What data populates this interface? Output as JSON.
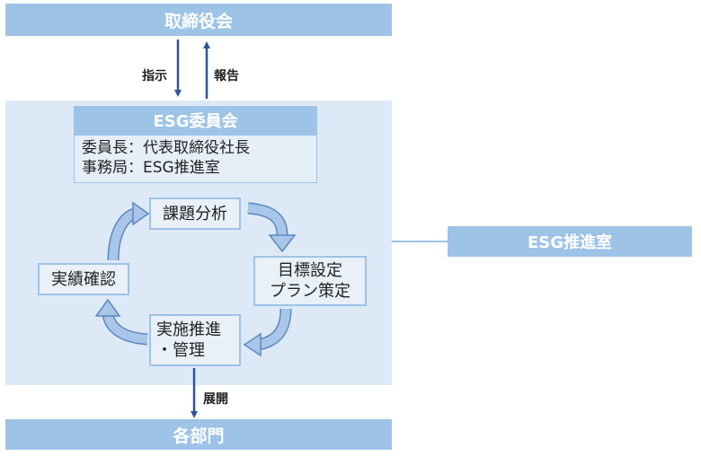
{
  "board": {
    "label": "取締役会"
  },
  "flows": {
    "instruct": "指示",
    "report": "報告",
    "deploy": "展開"
  },
  "committee": {
    "title": "ESG委員会",
    "chair": "委員長：代表取締役社長",
    "office": "事務局：ESG推進室"
  },
  "cycle": {
    "issue_analysis": "課題分析",
    "goal_setting": [
      "目標設定",
      "プラン策定"
    ],
    "implementation": [
      "実施推進",
      "・管理"
    ],
    "result_check": "実績確認"
  },
  "esg_office": {
    "label": "ESG推進室"
  },
  "departments": {
    "label": "各部門"
  },
  "colors": {
    "bar": "#9dc3e6",
    "panel": "#dde9f6",
    "arrow_dark": "#2f5597",
    "cycle_arrow": "#8fb4dc"
  }
}
